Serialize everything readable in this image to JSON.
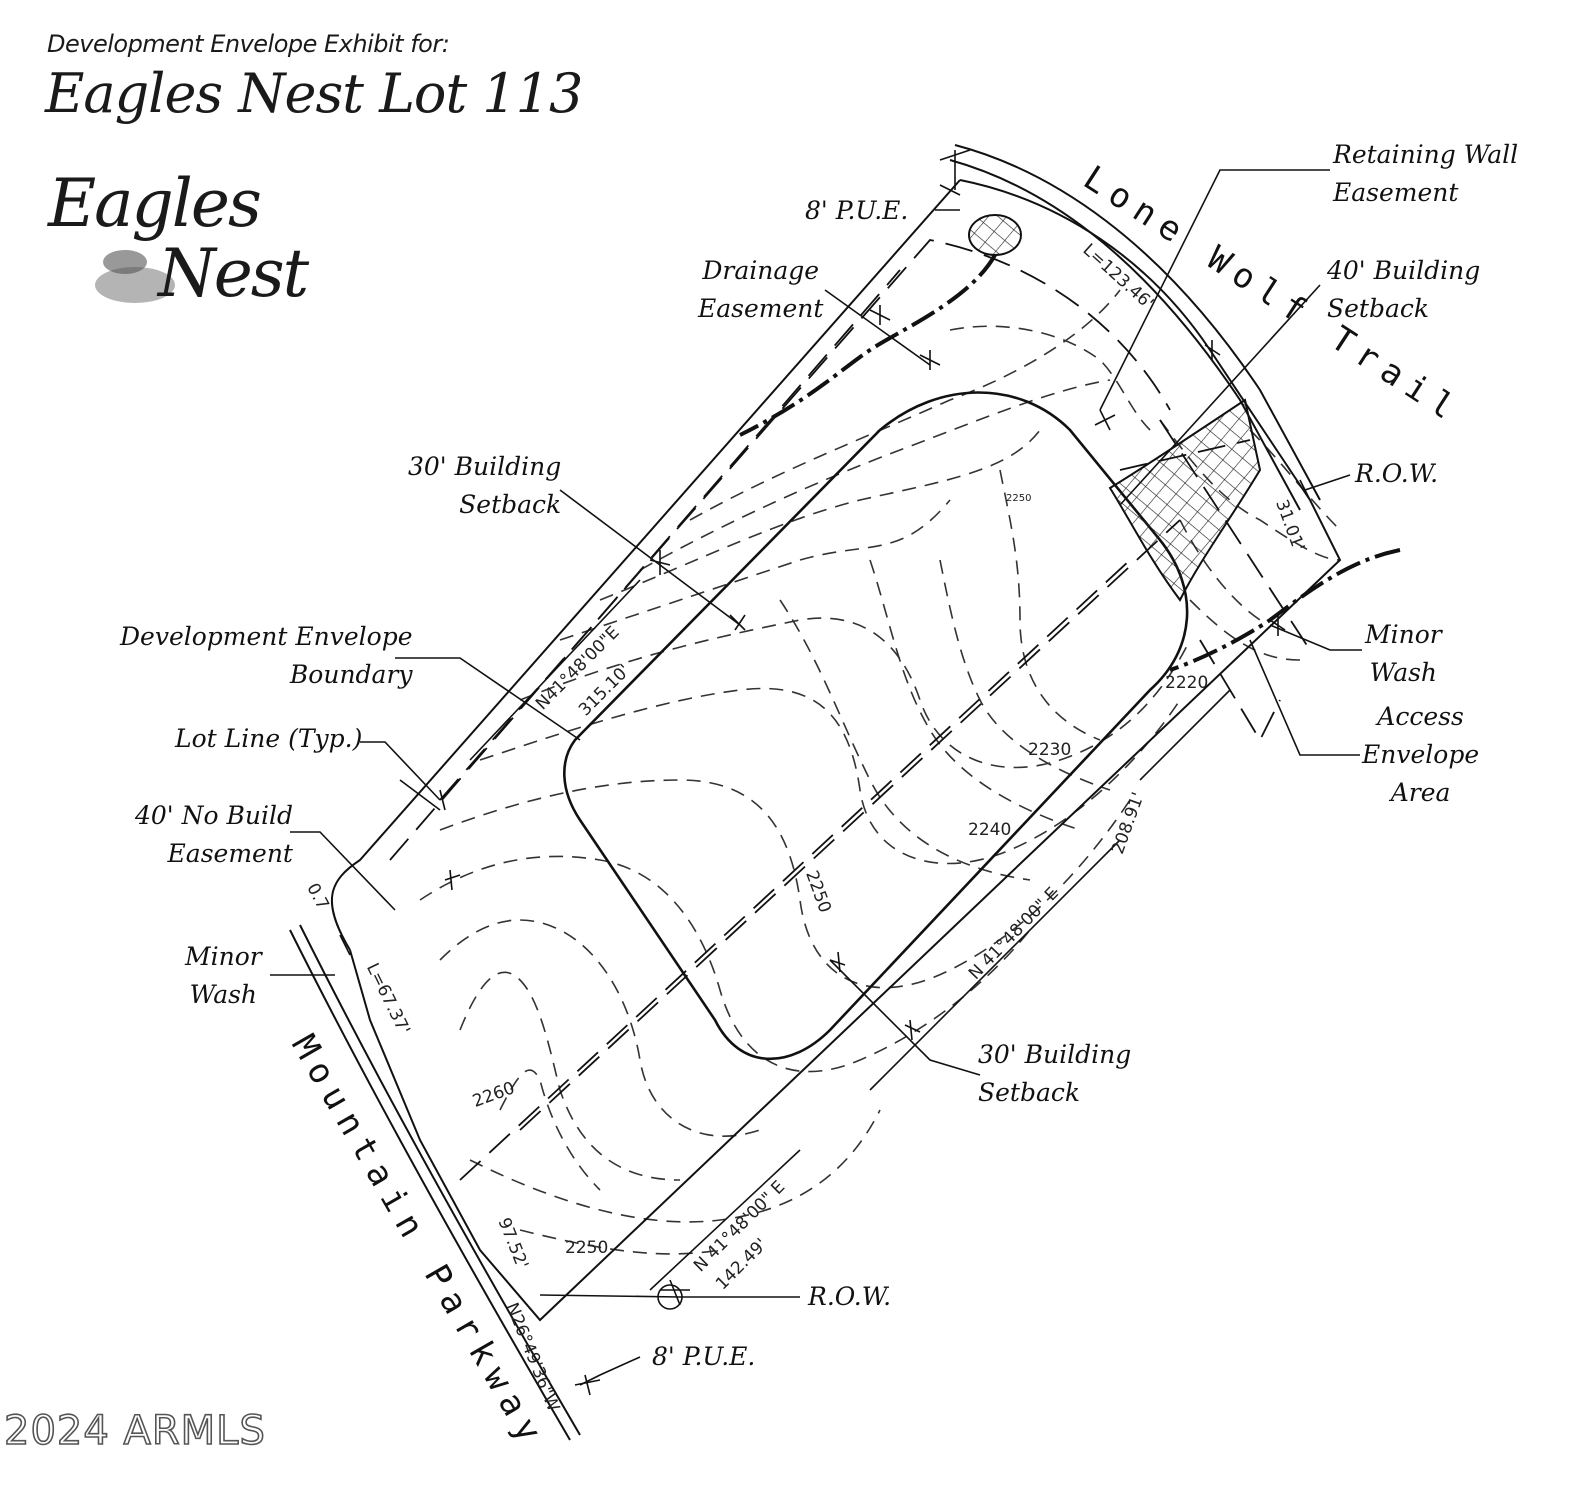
{
  "header": {
    "subtitle": "Development Envelope Exhibit for:",
    "title": "Eagles Nest Lot 113"
  },
  "logo": {
    "line1": "Eagles",
    "line2": "Nest"
  },
  "labels": {
    "retaining_wall": "Retaining Wall\nEasement",
    "pue_top": "8' P.U.E.",
    "drainage": "Drainage\nEasement",
    "setback_40": "40' Building\nSetback",
    "setback_30_top": "30' Building\nSetback",
    "row_right": "R.O.W.",
    "dev_envelope": "Development Envelope\nBoundary",
    "minor_wash_right": "Minor\nWash",
    "access_envelope": "Access\nEnvelope\nArea",
    "lot_line": "Lot Line (Typ.)",
    "no_build": "40' No Build\nEasement",
    "minor_wash_left": "Minor\nWash",
    "setback_30_bottom": "30' Building\nSetback",
    "row_bottom": "R.O.W.",
    "pue_bottom": "8' P.U.E."
  },
  "streets": {
    "lone_wolf": "Lone Wolf Trail",
    "mountain_parkway": "Mountain Parkway"
  },
  "dimensions": {
    "bearing_nw": "N41°48'00\"E",
    "dist_nw": "315.10'",
    "bearing_se": "N 41°48'00\" E",
    "dist_se": "208.91'",
    "bearing_s": "N 41°48'00\" E",
    "dist_s": "142.49'",
    "arc_ne": "L=123.46'",
    "arc_ne2": "31.01'",
    "arc_sw": "L=67.37'",
    "dist_sw": "97.52'",
    "dist_sw2": "N26°49'36\"W",
    "d_small": "0.7"
  },
  "contours": {
    "c2220": "2220",
    "c2230": "2230",
    "c2240": "2240",
    "c2250": "2250",
    "c2250b": "2250",
    "c2260": "2260",
    "spot": "2250"
  },
  "footer": {
    "copyright": "2024 ARMLS"
  }
}
